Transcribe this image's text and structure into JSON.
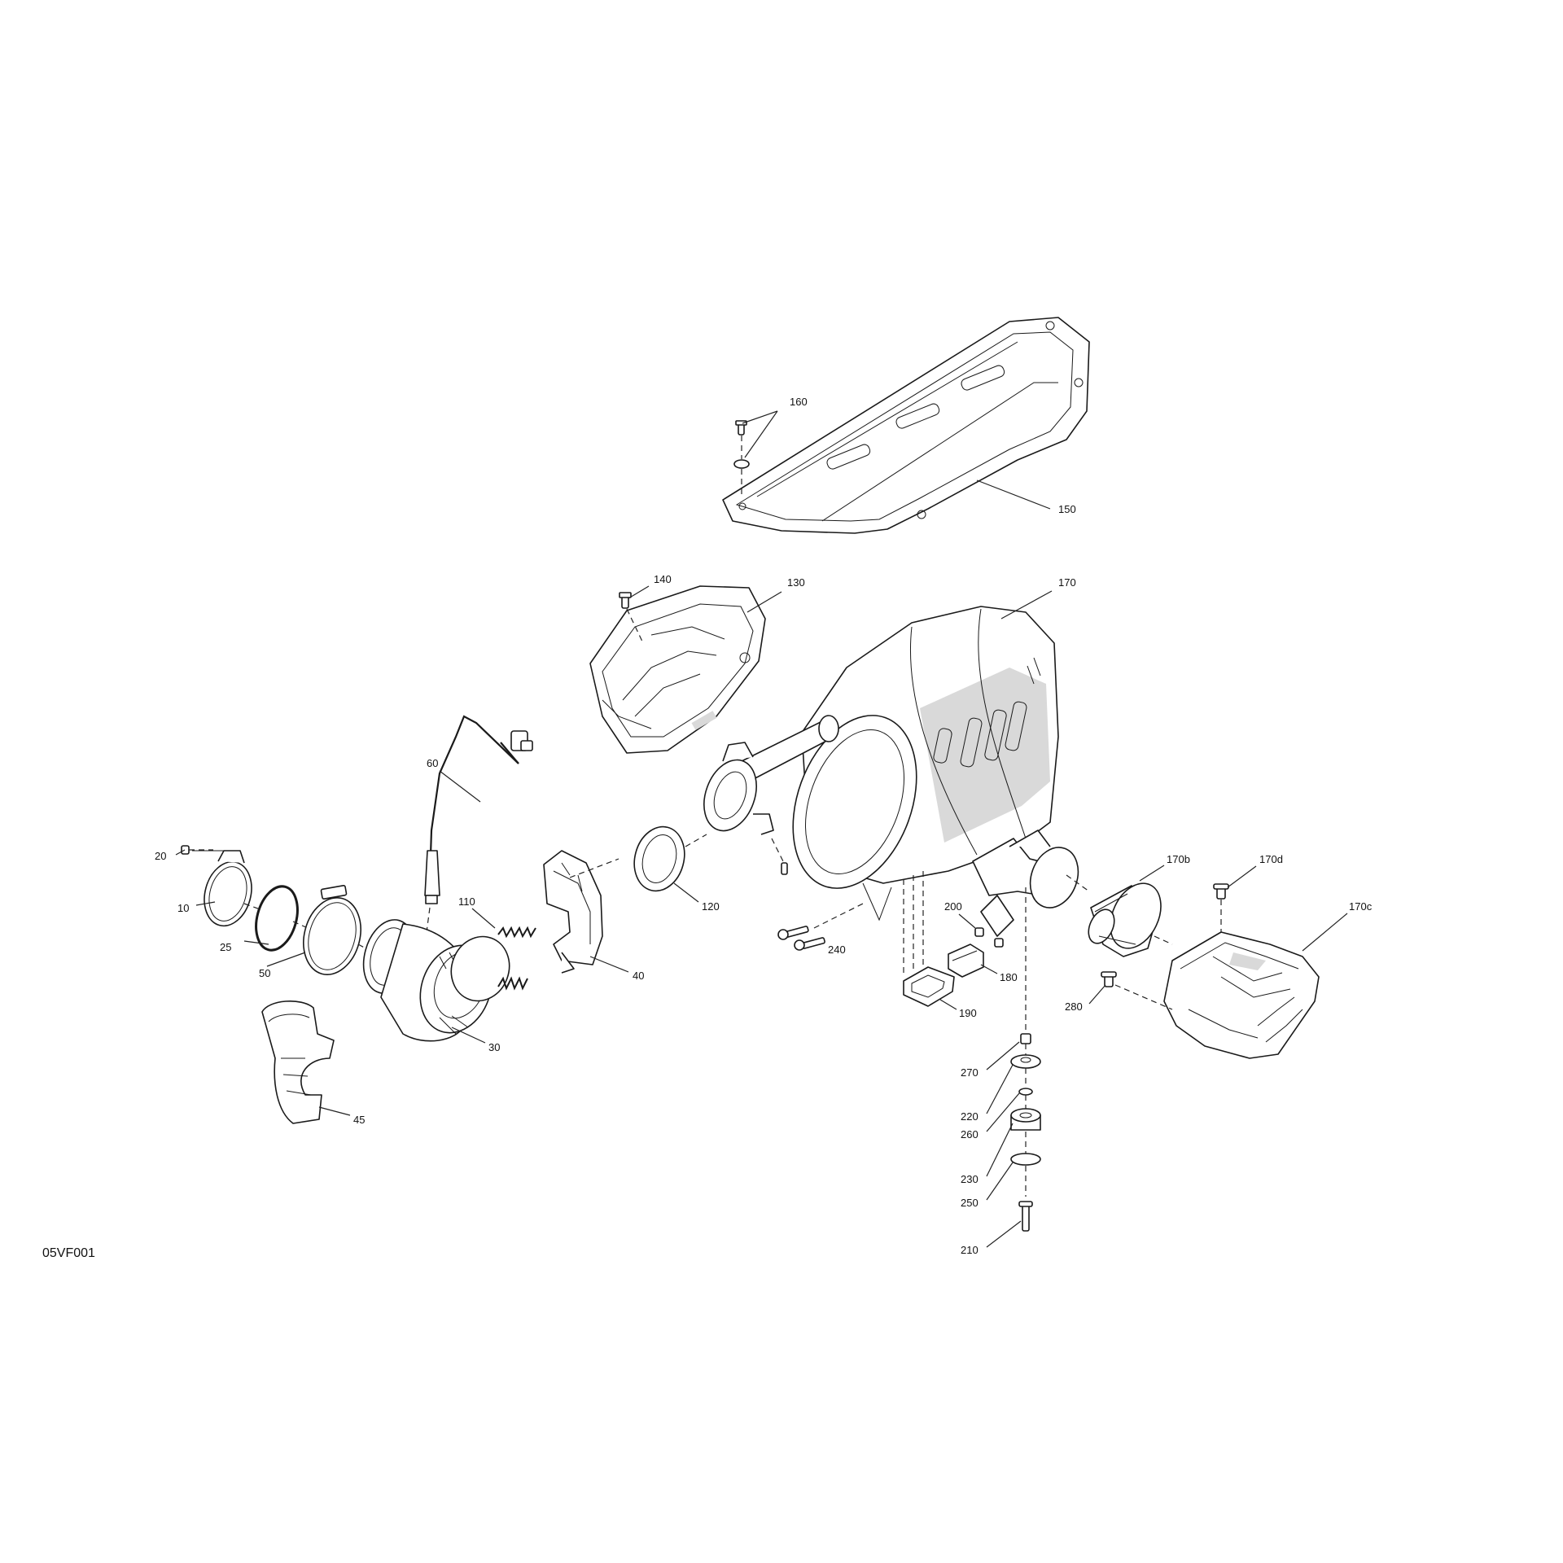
{
  "figure_code": "05VF001",
  "labels": {
    "l160": "160",
    "l150": "150",
    "l140": "140",
    "l130": "130",
    "l170": "170",
    "l60": "60",
    "l20": "20",
    "l10": "10",
    "l25": "25",
    "l50": "50",
    "l110": "110",
    "l30": "30",
    "l45": "45",
    "l40": "40",
    "l120": "120",
    "l170b": "170b",
    "l170d": "170d",
    "l170c": "170c",
    "l200": "200",
    "l240": "240",
    "l180": "180",
    "l190": "190",
    "l280": "280",
    "l270": "270",
    "l220": "220",
    "l260": "260",
    "l230": "230",
    "l250": "250",
    "l210": "210"
  }
}
